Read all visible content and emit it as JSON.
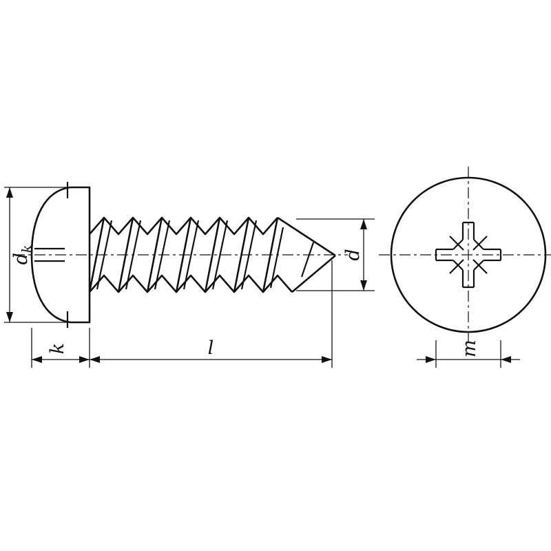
{
  "colors": {
    "line": "#111111",
    "background": "#ffffff"
  },
  "labels": {
    "head_diameter": {
      "base": "d",
      "sub": "k"
    },
    "head_height": "k",
    "length": "l",
    "thread_diameter": "d",
    "recess_width": "m"
  }
}
